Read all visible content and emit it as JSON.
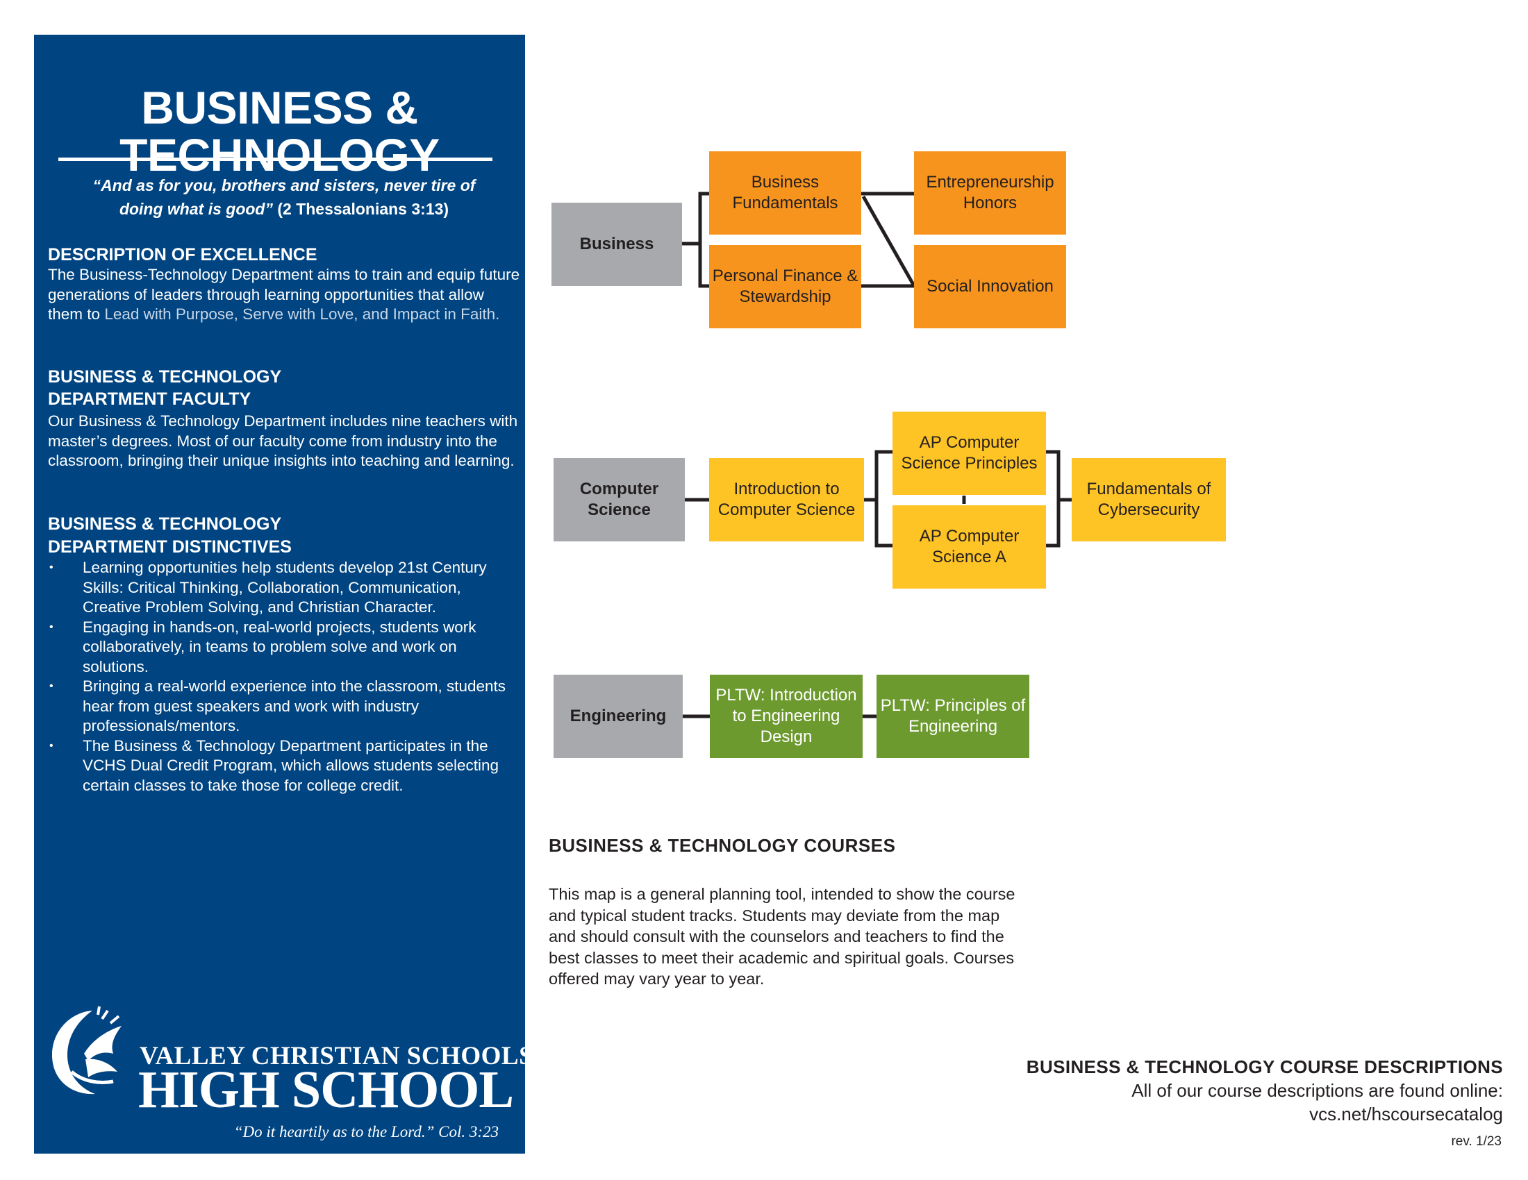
{
  "sidebar": {
    "title_line1": "BUSINESS &",
    "title_line2": "TECHNOLOGY",
    "verse_quote": "“And as for you, brothers and sisters, never tire of doing what is good”",
    "verse_ref": "(2 Thessalonians 3:13)",
    "excellence": {
      "heading": "DESCRIPTION OF EXCELLENCE",
      "body": "The Business-Technology Department aims to train and equip future generations of leaders through learning opportunities that allow them to",
      "highlight": "Lead with Purpose, Serve with Love, and Impact in Faith."
    },
    "faculty": {
      "heading_line1": "BUSINESS & TECHNOLOGY",
      "heading_line2": "DEPARTMENT FACULTY",
      "body": "Our Business & Technology Department includes nine teachers with master’s degrees. Most of our faculty come from industry into the classroom, bringing their unique insights into teaching and learning."
    },
    "distinctives": {
      "heading_line1": "BUSINESS & TECHNOLOGY",
      "heading_line2": "DEPARTMENT DISTINCTIVES",
      "items": [
        "Learning opportunities help students develop 21st Century Skills: Critical Thinking, Collaboration, Communication, Creative Problem Solving, and Christian Character.",
        "Engaging in hands-on, real-world projects, students work collaboratively, in teams to problem solve and work on solutions.",
        "Bringing a real-world experience into the classroom, students hear from guest speakers and work with industry professionals/mentors.",
        "The Business & Technology Department participates in the VCHS Dual Credit Program, which allows students selecting certain classes to take those for college credit."
      ]
    },
    "logo": {
      "name": "VALLEY CHRISTIAN SCHOOLS",
      "tm": "™",
      "school": "HIGH SCHOOL",
      "motto": "“Do it heartily as to the Lord.”  Col. 3:23"
    }
  },
  "flow": {
    "business": {
      "category": "Business",
      "courses": [
        "Business Fundamentals",
        "Personal Finance & Stewardship",
        "Entrepreneurship Honors",
        "Social Innovation"
      ]
    },
    "computer_science": {
      "category": "Computer Science",
      "courses": [
        "Introduction to Computer Science",
        "AP Computer Science Principles",
        "AP Computer Science A",
        "Fundamentals of Cybersecurity"
      ]
    },
    "engineering": {
      "category": "Engineering",
      "courses": [
        "PLTW: Introduction to Engineering Design",
        "PLTW: Principles of Engineering"
      ]
    },
    "colors": {
      "category": "#a7a9ac",
      "business": "#f7941d",
      "computer_science": "#fec325",
      "engineering": "#6d9a2f",
      "panel": "#004481"
    }
  },
  "courses_info": {
    "title": "BUSINESS & TECHNOLOGY COURSES",
    "body": "This map is a general planning tool, intended to show the course and typical student tracks. Students may deviate from the map and should consult with the counselors and teachers to find the best classes to meet their academic and spiritual goals. Courses offered may vary year to year."
  },
  "descriptions": {
    "title": "BUSINESS & TECHNOLOGY COURSE DESCRIPTIONS",
    "line1": "All of our course descriptions are found online:",
    "url": "vcs.net/hscoursecatalog"
  },
  "revision": "rev. 1/23"
}
